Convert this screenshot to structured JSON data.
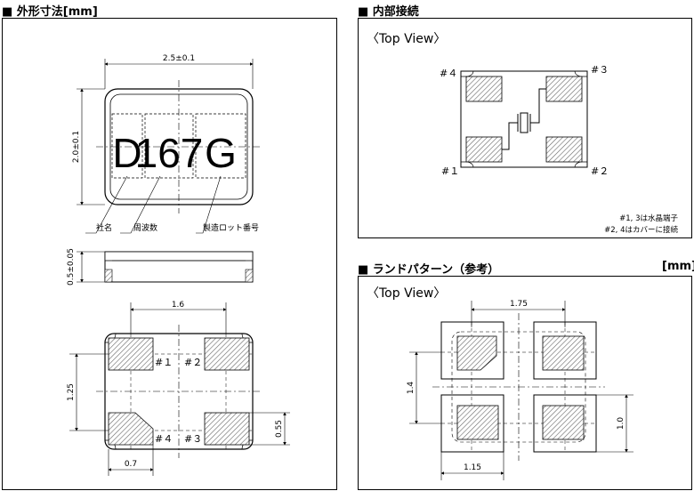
{
  "sections": {
    "dimensions": {
      "title": "■ 外形寸法[mm]"
    },
    "internal": {
      "title": "■ 内部接続"
    },
    "land": {
      "title": "■ ランドパターン（参考）",
      "unit": "[mm]"
    }
  },
  "marking": {
    "code": [
      "D",
      "167",
      "G"
    ],
    "labels": [
      "社名",
      "周波数",
      "製造ロット番号"
    ]
  },
  "dims": {
    "width": "2.5±0.1",
    "height": "2.0±0.1",
    "thickness": "0.5±0.05",
    "pad_pitch_x": "1.6",
    "pad_pitch_y": "1.25",
    "pad_width": "0.7",
    "pad_height": "0.55"
  },
  "pads": {
    "p1": "#１",
    "p2": "#２",
    "p3": "#３",
    "p4": "#４"
  },
  "internal": {
    "view_label": "〈Top View〉",
    "pins": {
      "p1": "#１",
      "p2": "#２",
      "p3": "#３",
      "p4": "#４"
    },
    "notes": [
      "#1, 3は水晶端子",
      "#2, 4はカバーに接続"
    ]
  },
  "land": {
    "view_label": "〈Top View〉",
    "pitch_x": "1.75",
    "pitch_y": "1.4",
    "land_w": "1.15",
    "land_h": "1.0"
  }
}
